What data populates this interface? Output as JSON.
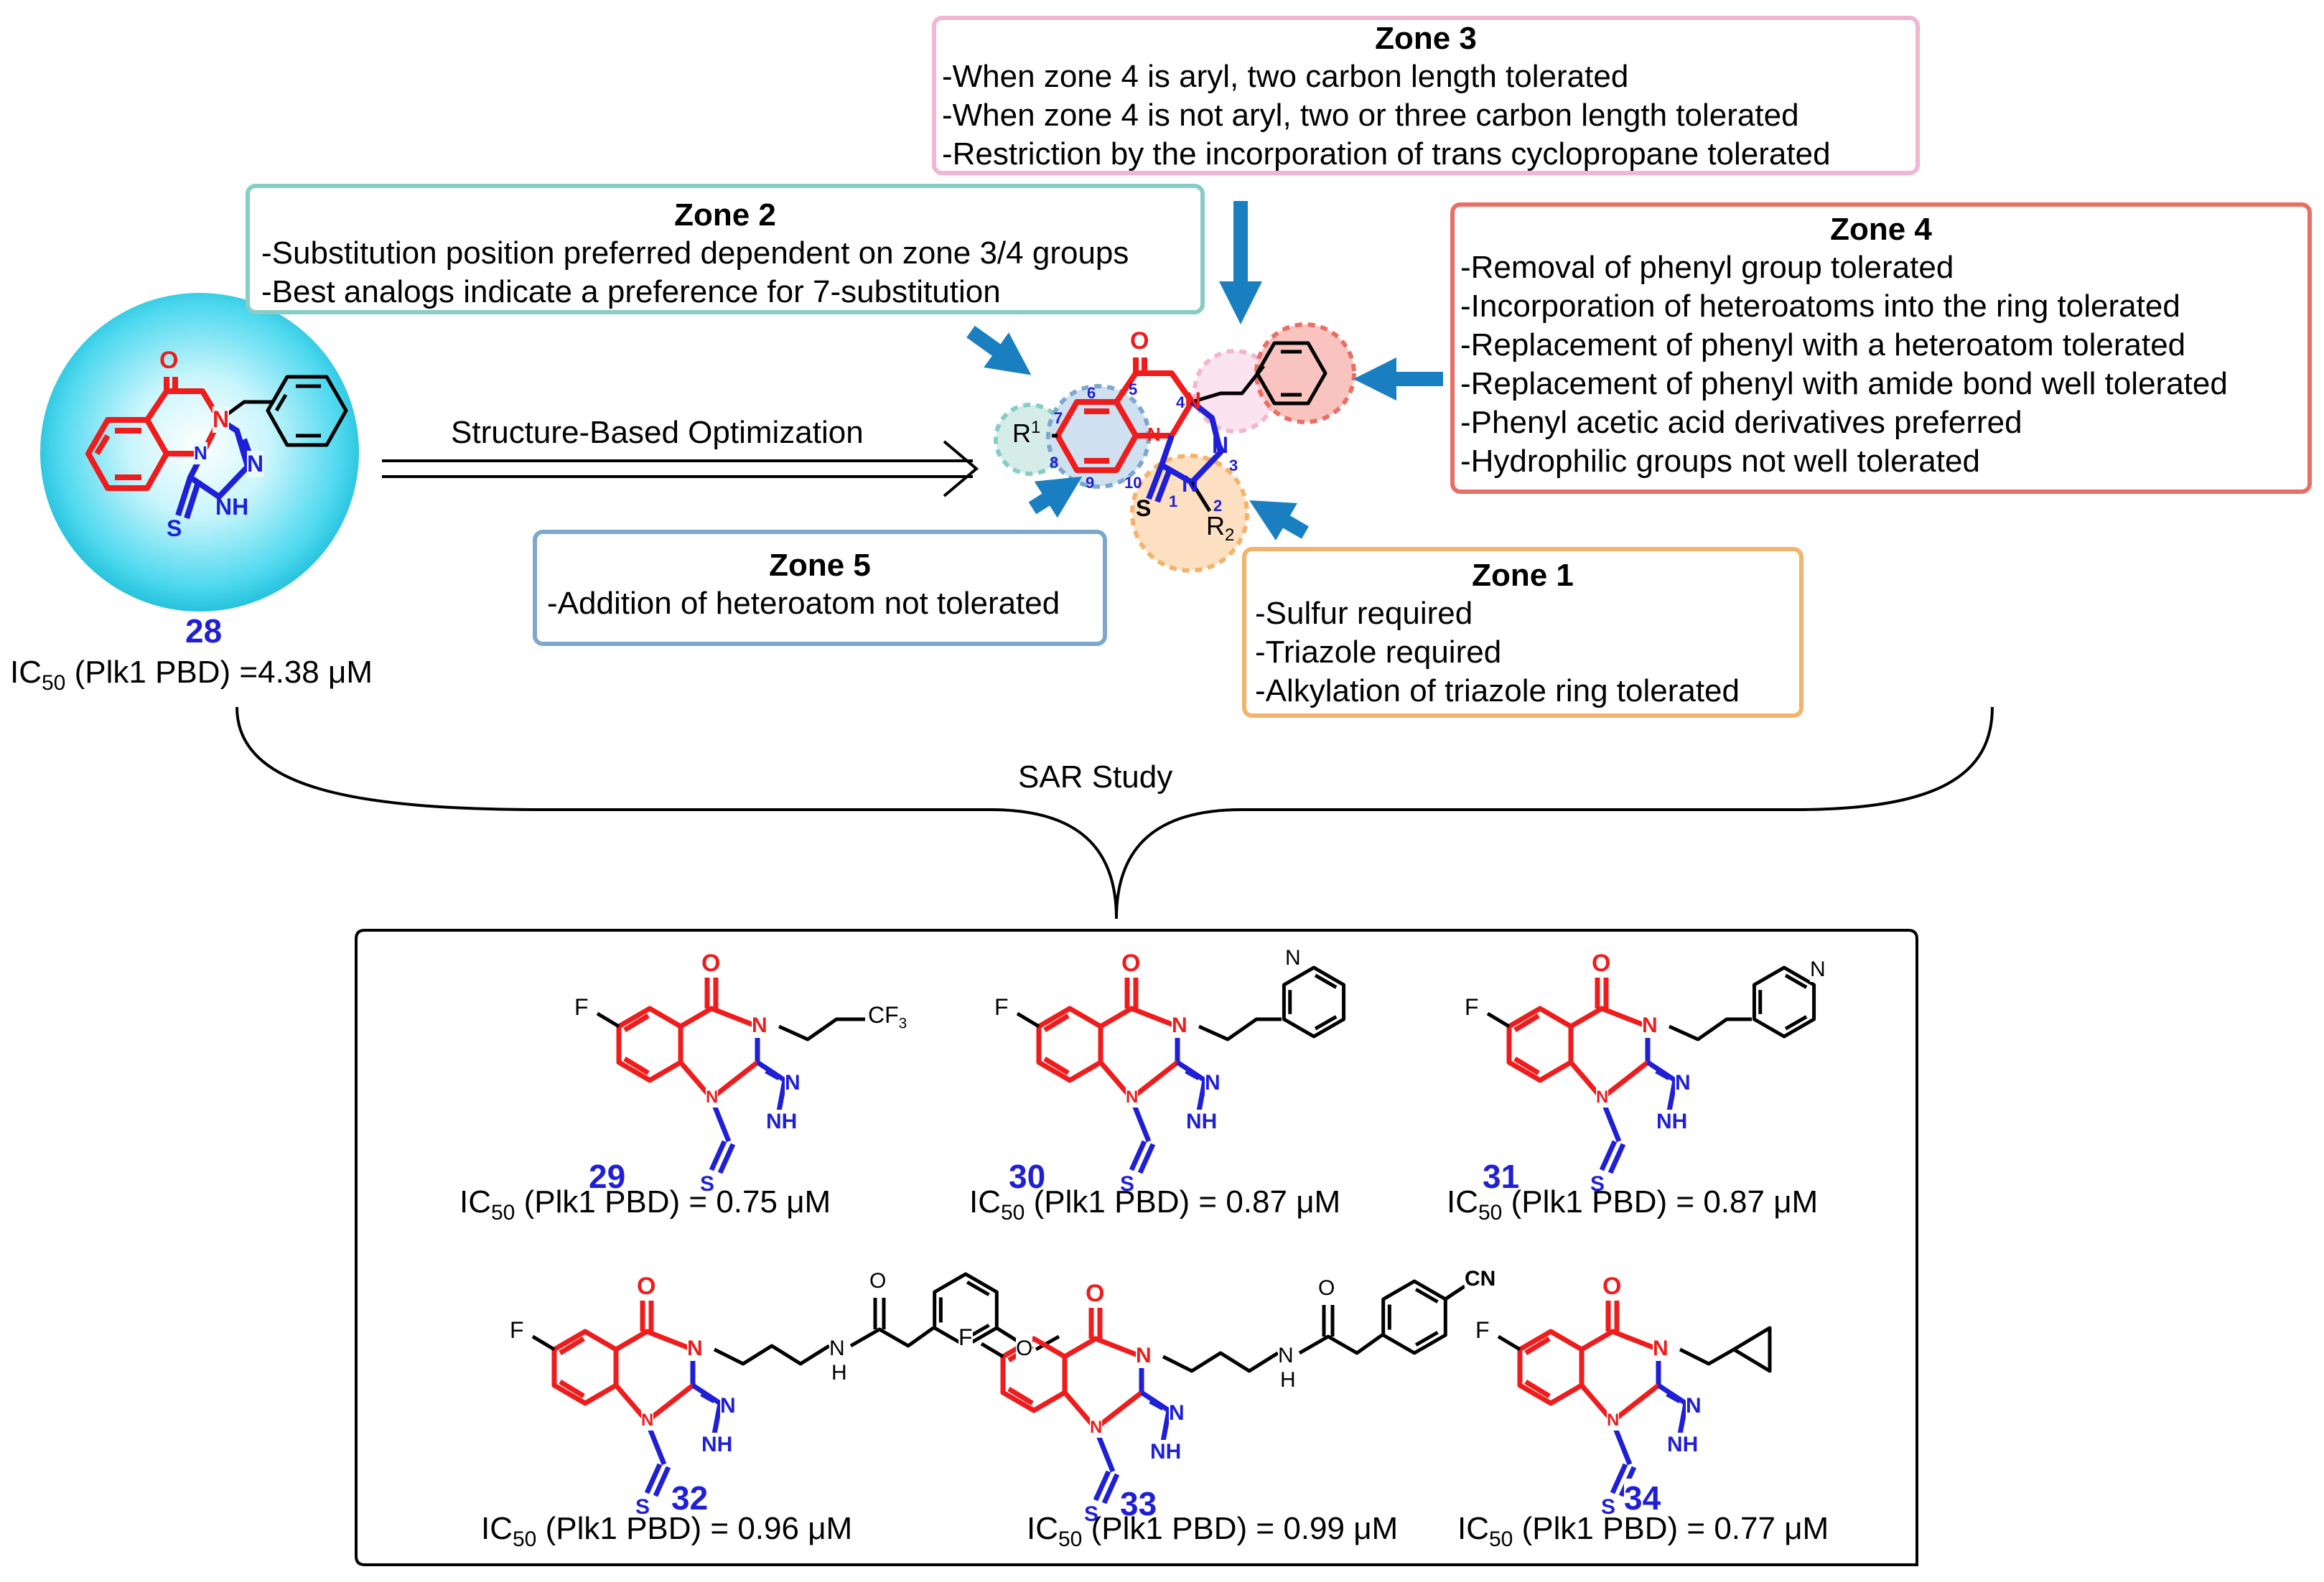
{
  "lead": {
    "number": "28",
    "ic50_prefix": "IC",
    "ic50_sub": "50",
    "ic50_suffix": " (Plk1 PBD) =4.38 μM"
  },
  "arrow_label": "Structure-Based Optimization",
  "sar_label": "SAR Study",
  "zones": {
    "zone1": {
      "title": "Zone 1",
      "color": "#f5b26b",
      "lines": [
        "-Sulfur required",
        "-Triazole required",
        "-Alkylation of triazole ring tolerated"
      ]
    },
    "zone2": {
      "title": "Zone 2",
      "color": "#86cdc6",
      "lines": [
        "-Substitution position preferred dependent on zone 3/4 groups",
        "-Best analogs indicate a preference for 7-substitution"
      ]
    },
    "zone3": {
      "title": "Zone 3",
      "color": "#f1b6d2",
      "lines": [
        "-When zone 4 is aryl, two carbon length tolerated",
        "-When zone 4 is not aryl, two or three carbon length tolerated",
        "-Restriction by the incorporation of trans cyclopropane tolerated"
      ]
    },
    "zone4": {
      "title": "Zone 4",
      "color": "#e96e63",
      "lines": [
        "-Removal of phenyl group tolerated",
        "-Incorporation of heteroatoms into the ring tolerated",
        "-Replacement of phenyl with a heteroatom tolerated",
        "-Replacement of phenyl with amide bond well tolerated",
        "-Phenyl acetic acid derivatives preferred",
        "-Hydrophilic groups not well tolerated"
      ]
    },
    "zone5": {
      "title": "Zone 5",
      "color": "#7ea7cc",
      "lines": [
        "-Addition of heteroatom not tolerated"
      ]
    }
  },
  "scaffold_labels": {
    "O": "O",
    "N4": "N",
    "N10": "N",
    "N3": "N",
    "N2": "N",
    "S": "S",
    "R1": "R",
    "R1_sup": "1",
    "R2": "R",
    "R2_sub": "2",
    "pos1": "1",
    "pos2": "2",
    "pos3": "3",
    "pos4": "4",
    "pos5": "5",
    "pos6": "6",
    "pos7": "7",
    "pos8": "8",
    "pos9": "9",
    "pos10": "10"
  },
  "atoms": {
    "O": "O",
    "N": "N",
    "NH": "NH",
    "S": "S",
    "F": "F",
    "H": "H",
    "CF3": "CF",
    "CF3_sub": "3",
    "CN": "CN"
  },
  "analogs": [
    {
      "number": "29",
      "ic50_prefix": "IC",
      "ic50_sub": "50",
      "ic50_suffix": " (Plk1 PBD) = 0.75 μM"
    },
    {
      "number": "30",
      "ic50_prefix": "IC",
      "ic50_sub": "50",
      "ic50_suffix": " (Plk1 PBD) = 0.87 μM"
    },
    {
      "number": "31",
      "ic50_prefix": "IC",
      "ic50_sub": "50",
      "ic50_suffix": " (Plk1 PBD) = 0.87 μM"
    },
    {
      "number": "32",
      "ic50_prefix": "IC",
      "ic50_sub": "50",
      "ic50_suffix": " (Plk1 PBD) = 0.96 μM"
    },
    {
      "number": "33",
      "ic50_prefix": "IC",
      "ic50_sub": "50",
      "ic50_suffix": " (Plk1 PBD) = 0.99 μM"
    },
    {
      "number": "34",
      "ic50_prefix": "IC",
      "ic50_sub": "50",
      "ic50_suffix": " (Plk1 PBD) = 0.77 μM"
    }
  ],
  "colors": {
    "core_red": "#ee1c1c",
    "triazole_blue": "#1f1fd6",
    "arrow_blue": "#1a7fc1",
    "sphere_cyan": "#3fd5ec"
  }
}
